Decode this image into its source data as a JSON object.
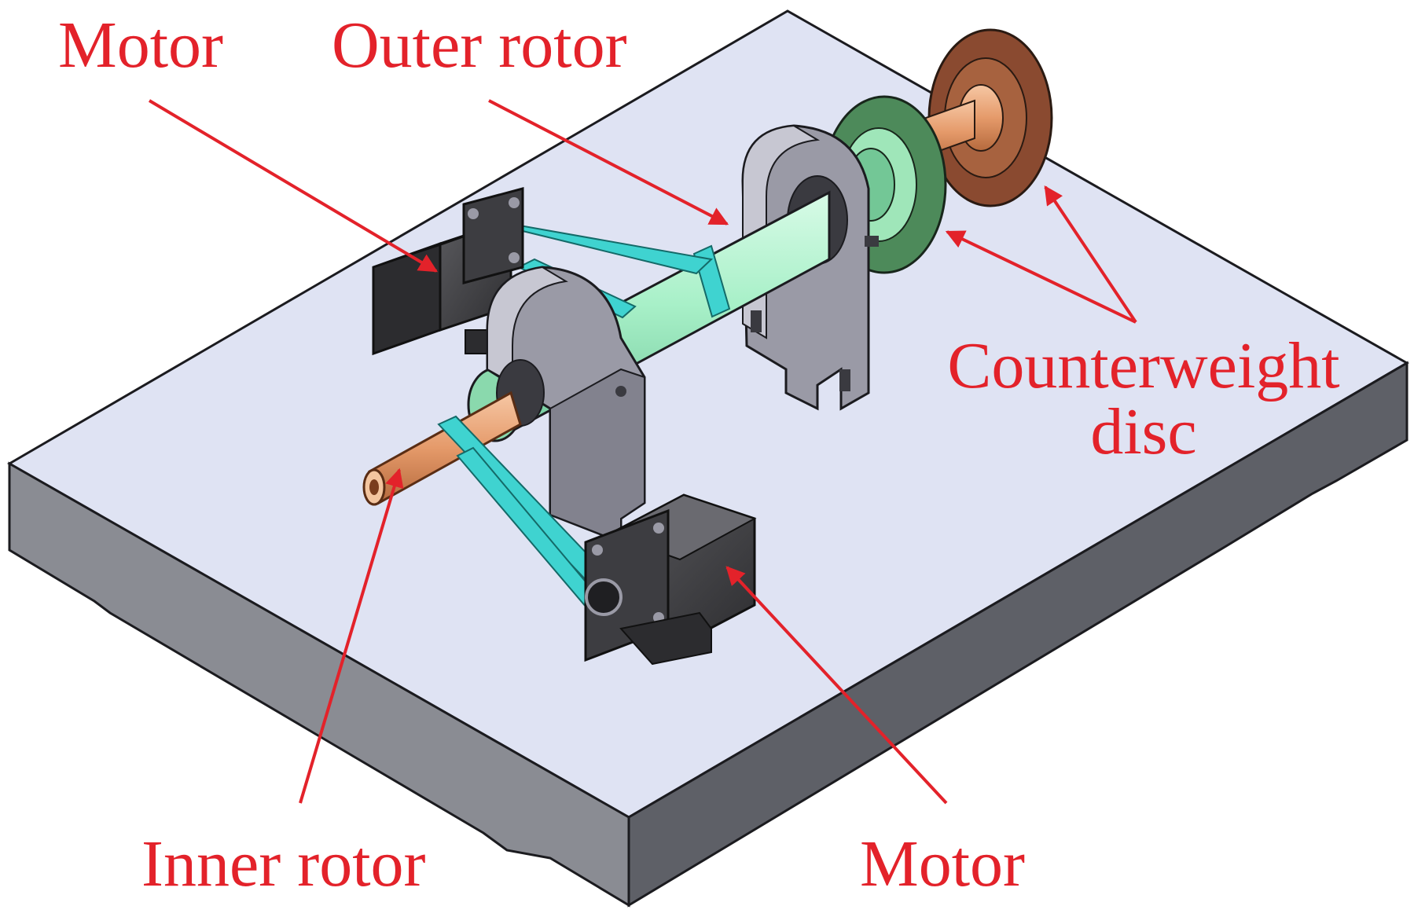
{
  "labels": {
    "motor_top": "Motor",
    "outer_rotor": "Outer rotor",
    "counterweight_line1": "Counterweight",
    "counterweight_line2": "disc",
    "inner_rotor": "Inner rotor",
    "motor_bottom": "Motor"
  },
  "colors": {
    "annotation": "#e3222a",
    "plate_top": "#dfe3f3",
    "plate_side": "#6f7178",
    "bearing_housing": "#9a9aa6",
    "outer_rotor": "#a8f0c8",
    "inner_rotor": "#e59a6a",
    "belt": "#3fd3d0",
    "motor": "#4a4a4c",
    "counterweight_green": "#4d8a5a",
    "counterweight_brown": "#8a4a30"
  }
}
